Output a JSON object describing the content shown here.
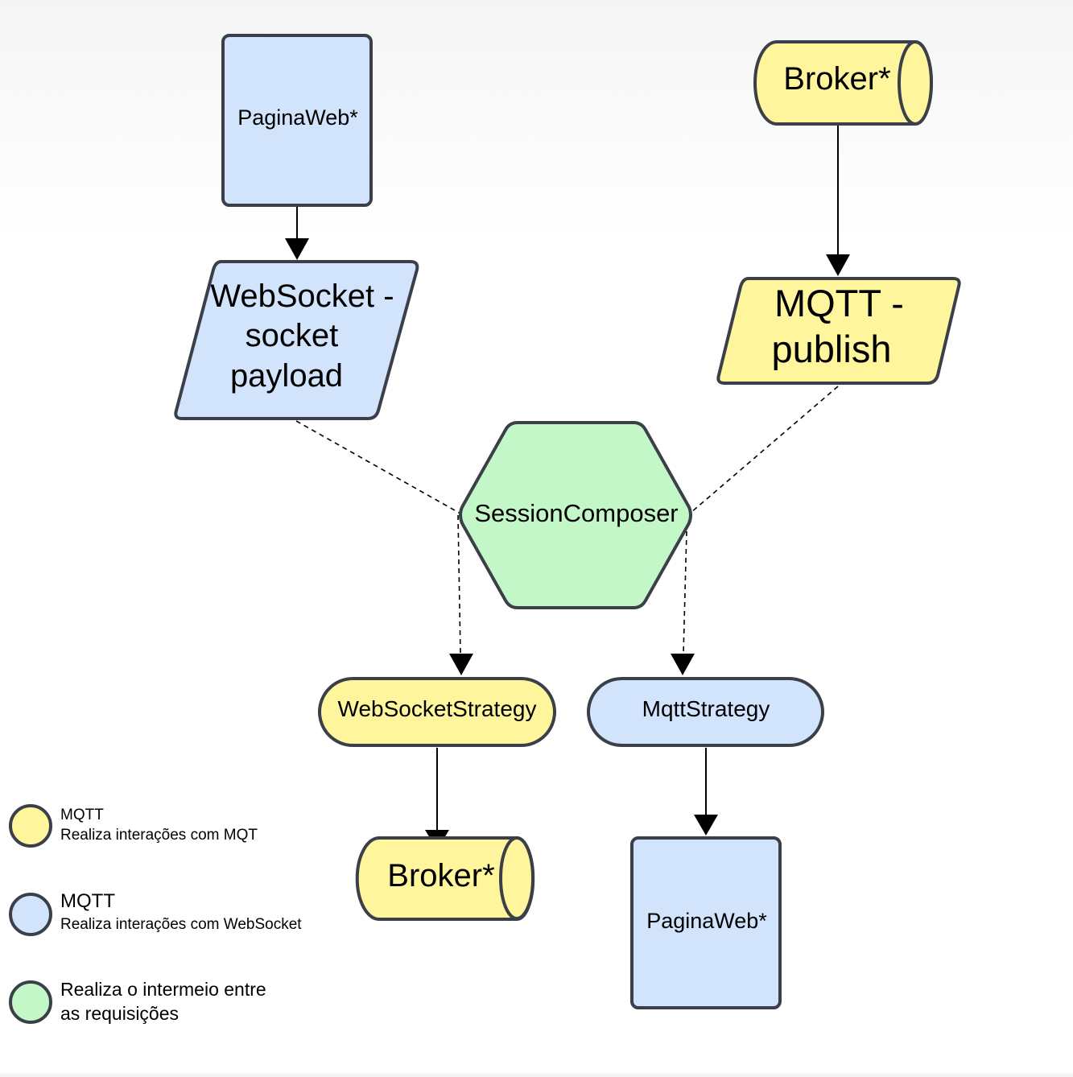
{
  "colors": {
    "yellow": "#fff59d",
    "blue": "#d2e3fc",
    "green": "#c4f7c8",
    "stroke": "#3a3f4a"
  },
  "nodes": {
    "pagina_web_top": "PaginaWeb*",
    "broker_top": "Broker*",
    "websocket_payload": [
      "WebSocket -",
      "socket",
      "payload"
    ],
    "mqtt_publish": [
      "MQTT -",
      "publish"
    ],
    "session_composer": "SessionComposer",
    "websocket_strategy": "WebSocketStrategy",
    "mqtt_strategy": "MqttStrategy",
    "broker_bottom": "Broker*",
    "pagina_web_bottom": "PaginaWeb*"
  },
  "legend": [
    {
      "color": "yellow",
      "lines": [
        "MQTT",
        "Realiza interações com MQT"
      ]
    },
    {
      "color": "blue",
      "lines": [
        "MQTT",
        "Realiza interações com WebSocket"
      ]
    },
    {
      "color": "green",
      "lines": [
        "Realiza o intermeio entre",
        "as requisições"
      ]
    }
  ]
}
